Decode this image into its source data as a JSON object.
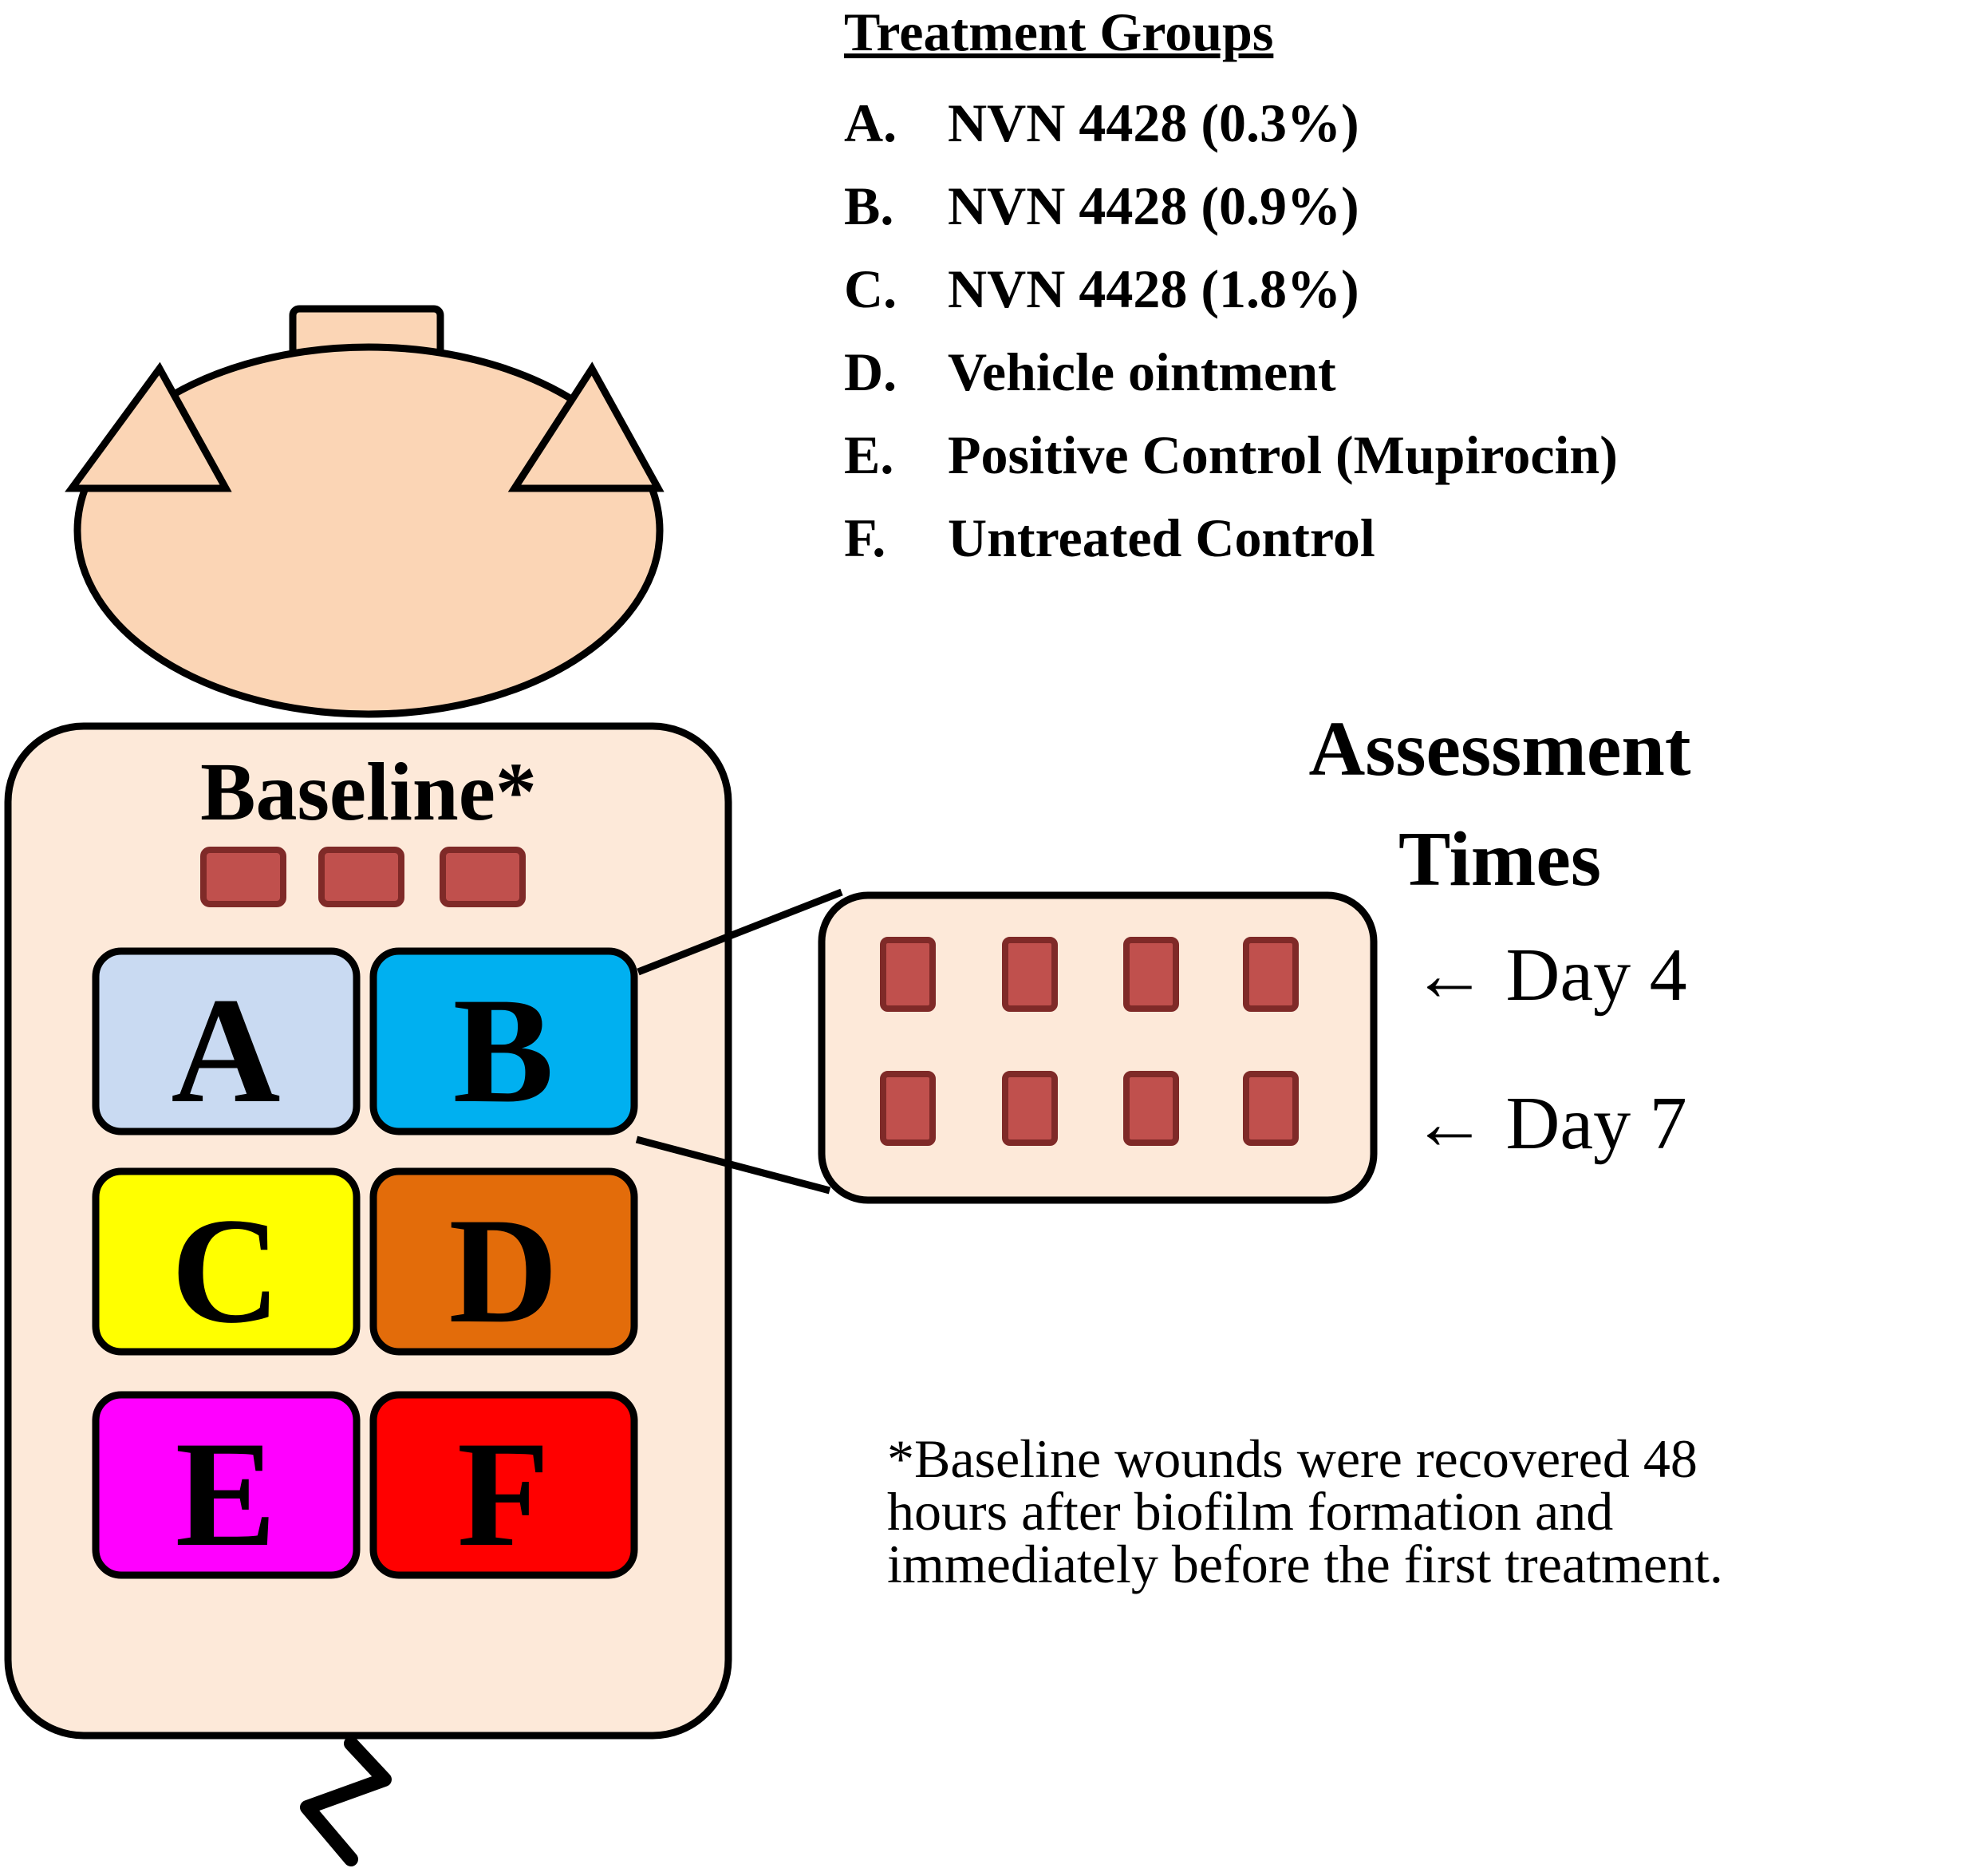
{
  "legend": {
    "title": "Treatment Groups",
    "items": [
      {
        "letter": "A.",
        "text": "NVN 4428 (0.3%)"
      },
      {
        "letter": "B.",
        "text": "NVN 4428 (0.9%)"
      },
      {
        "letter": "C.",
        "text": "NVN 4428 (1.8%)"
      },
      {
        "letter": "D.",
        "text": "Vehicle ointment"
      },
      {
        "letter": "E.",
        "text": "Positive Control (Mupirocin)"
      },
      {
        "letter": "F.",
        "text": "Untreated Control"
      }
    ]
  },
  "pig": {
    "baseline_label": "Baseline*",
    "sites": [
      {
        "letter": "A",
        "color": "#c9daf2"
      },
      {
        "letter": "B",
        "color": "#00b0f0"
      },
      {
        "letter": "C",
        "color": "#ffff00"
      },
      {
        "letter": "D",
        "color": "#e36c0a"
      },
      {
        "letter": "E",
        "color": "#ff00ff"
      },
      {
        "letter": "F",
        "color": "#ff0000"
      }
    ]
  },
  "assessment": {
    "title_line1": "Assessment",
    "title_line2": "Times",
    "day4": "← Day 4",
    "day7": "← Day 7"
  },
  "footnote": {
    "line1": "*Baseline wounds were recovered 48",
    "line2": "hours after biofilm formation and",
    "line3": "immediately before the first treatment."
  },
  "colors": {
    "skin": "#fde9d9",
    "head": "#fbd5b5",
    "wound": "#c0504d",
    "wound_border": "#7f2a28",
    "outline": "#000000"
  }
}
